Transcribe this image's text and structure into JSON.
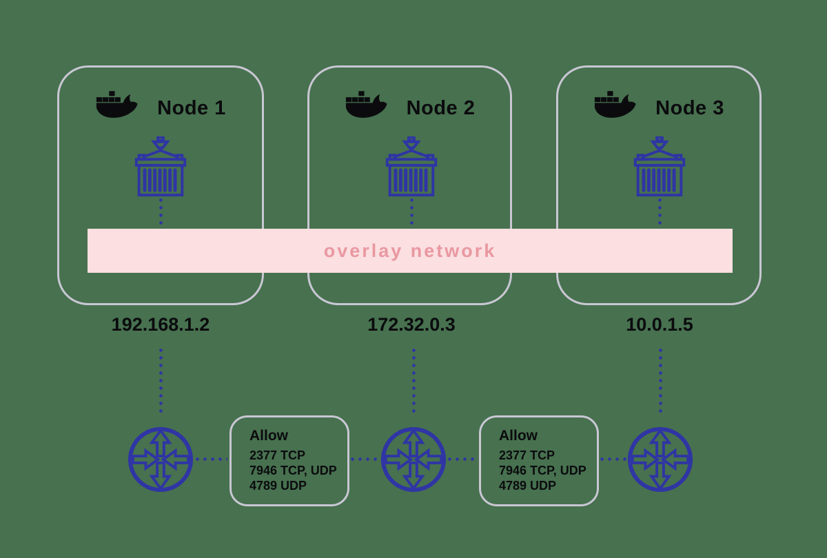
{
  "diagram": {
    "title": "docker swarm overlay network diagram"
  },
  "colors": {
    "background": "#47714F",
    "node_border": "#C9C7D3",
    "icon_blue": "#2F35A4",
    "band_background": "#FBDFE1",
    "band_text": "#E998A1",
    "text_black": "#0B0B0E"
  },
  "nodes": [
    {
      "label": "Node 1",
      "ip": "192.168.1.2"
    },
    {
      "label": "Node 2",
      "ip": "172.32.0.3"
    },
    {
      "label": "Node 3",
      "ip": "10.0.1.5"
    }
  ],
  "overlay_band": {
    "label": "overlay network"
  },
  "firewall_boxes": [
    {
      "title": "Allow",
      "rules": [
        "2377 TCP",
        "7946 TCP, UDP",
        "4789 UDP"
      ]
    },
    {
      "title": "Allow",
      "rules": [
        "2377 TCP",
        "7946 TCP, UDP",
        "4789 UDP"
      ]
    }
  ],
  "icons": {
    "docker": "docker-whale-icon",
    "container": "shipping-container-icon",
    "router": "router-icon"
  }
}
